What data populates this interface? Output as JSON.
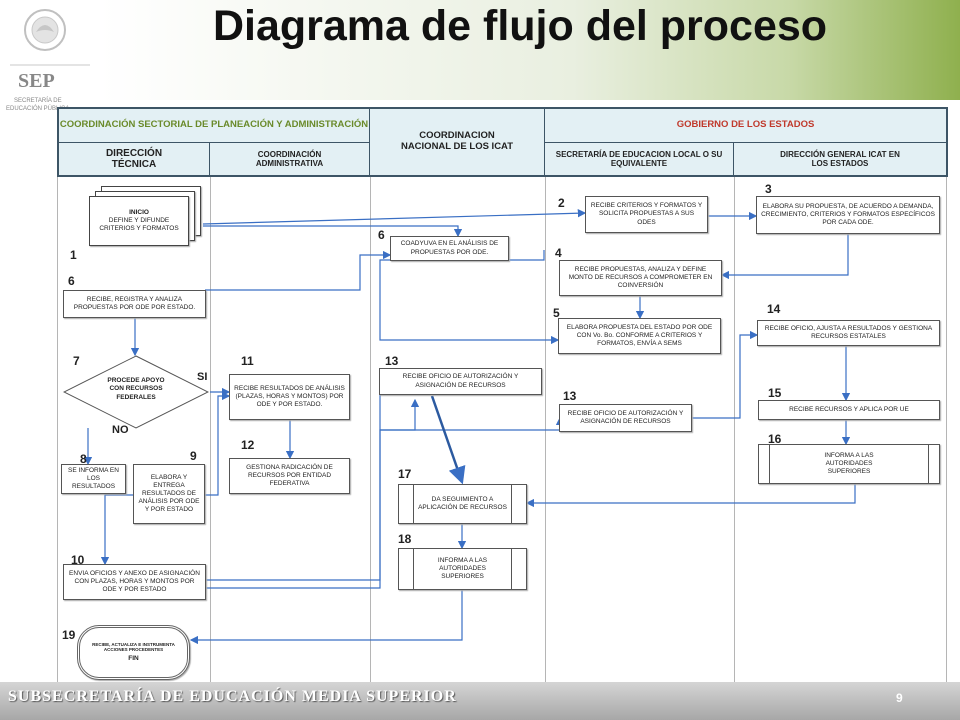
{
  "title": "Diagrama de flujo del proceso",
  "logo": {
    "agency": "SEP",
    "subtitle_line1": "SECRETARÍA DE",
    "subtitle_line2": "EDUCACIÓN PÚBLICA"
  },
  "header": {
    "coord_sectorial": "COORDINACIÓN SECTORIAL DE PLANEACIÓN Y ADMINISTRACIÓN",
    "coord_nacional": "COORDINACION NACIONAL DE LOS ICAT",
    "gobierno": "GOBIERNO DE LOS ESTADOS",
    "direccion_tecnica": "DIRECCIÓN TÉCNICA",
    "coord_administrativa": "COORDINACIÓN ADMINISTRATIVA",
    "secretaria_local": "SECRETARÍA DE EDUCACION LOCAL O SU EQUIVALENTE",
    "direccion_general": "DIRECCIÓN GENERAL ICAT EN LOS ESTADOS"
  },
  "colors": {
    "header_green": "#6a8a2a",
    "header_red": "#c0392b",
    "header_fill": "#e3f0f4",
    "arrow_blue": "#3a6fc4",
    "border": "#3d5566"
  },
  "steps": {
    "inicio_title": "INICIO",
    "inicio_text": "DEFINE Y DIFUNDE CRITERIOS Y FORMATOS",
    "s2": "RECIBE CRITERIOS Y FORMATOS Y SOLICITA PROPUESTAS A SUS ODES",
    "s3": "ELABORA SU PROPUESTA, DE ACUERDO A DEMANDA, CRECIMIENTO, CRITERIOS Y FORMATOS ESPECÍFICOS POR CADA ODE.",
    "s6a": "COADYUVA EN EL ANÁLISIS DE PROPUESTAS POR ODE.",
    "s4": "RECIBE PROPUESTAS, ANALIZA Y DEFINE MONTO DE RECURSOS A COMPROMETER EN COINVERSIÓN",
    "s6b": "RECIBE, REGISTRA Y ANALIZA PROPUESTAS POR ODE POR ESTADO.",
    "s5": "ELABORA PROPUESTA DEL ESTADO POR ODE CON Vo. Bo. CONFORME A CRITERIOS Y FORMATOS, ENVÍA A SEMS",
    "s14": "RECIBE OFICIO, AJUSTA A RESULTADOS Y GESTIONA RECURSOS ESTATALES",
    "s7": "PROCEDE APOYO CON RECURSOS FEDERALES",
    "s11": "RECIBE RESULTADOS DE ANÁLISIS (PLAZAS, HORAS Y MONTOS) POR ODE Y POR ESTADO.",
    "s13a": "RECIBE OFICIO DE AUTORIZACIÓN Y ASIGNACIÓN DE RECURSOS",
    "s13b": "RECIBE OFICIO DE AUTORIZACIÓN Y ASIGNACIÓN DE RECURSOS",
    "s15": "RECIBE RECURSOS Y APLICA POR UE",
    "s12": "GESTIONA RADICACIÓN DE RECURSOS POR ENTIDAD FEDERATIVA",
    "s16": "INFORMA A LAS AUTORIDADES SUPERIORES",
    "s8": "SE INFORMA EN LOS RESULTADOS",
    "s9": "ELABORA Y ENTREGA RESULTADOS DE ANÁLISIS POR ODE Y POR ESTADO",
    "s17": "DA SEGUIMIENTO A APLICACIÓN DE RECURSOS",
    "s18": "INFORMA A LAS AUTORIDADES SUPERIORES",
    "s10": "ENVIA OFICIOS Y ANEXO DE ASIGNACIÓN CON PLAZAS, HORAS Y MONTOS POR ODE Y POR ESTADO",
    "fin_text": "RECIBE, ACTUALIZA E INSTRUMENTA ACCIONES PROCEDENTES",
    "fin_title": "FIN"
  },
  "labels": {
    "si": "SI",
    "no": "NO"
  },
  "numbers": {
    "n1": "1",
    "n2": "2",
    "n3": "3",
    "n4": "4",
    "n5": "5",
    "n6a": "6",
    "n6b": "6",
    "n7": "7",
    "n8": "8",
    "n9": "9",
    "n10": "10",
    "n11": "11",
    "n12": "12",
    "n13a": "13",
    "n13b": "13",
    "n14": "14",
    "n15": "15",
    "n16": "16",
    "n17": "17",
    "n18": "18",
    "n19": "19"
  },
  "footer": {
    "text": "SUBSECRETARÍA DE EDUCACIÓN MEDIA SUPERIOR",
    "page": "9"
  }
}
